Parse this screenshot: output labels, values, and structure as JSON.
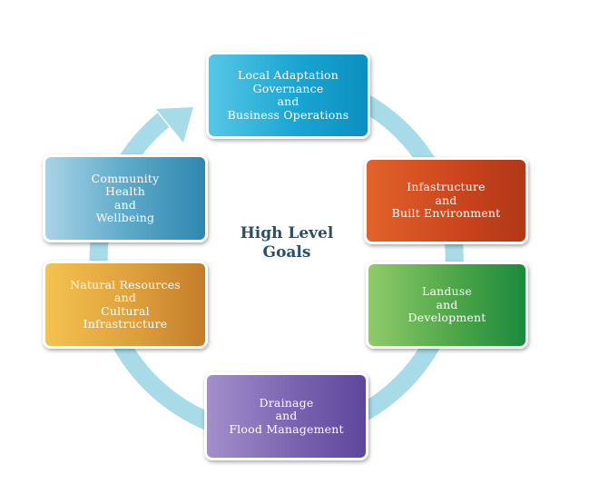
{
  "diagram": {
    "center_title": "High Level\nGoals",
    "ring_color": "#a7dbe8",
    "goals": [
      {
        "id": "governance",
        "label": "Local Adaptation\nGovernance\nand\nBusiness Operations",
        "color": "#1aa5d2"
      },
      {
        "id": "infrastructure",
        "label": "Infastructure\nand\nBuilt Environment",
        "color": "#c9441d"
      },
      {
        "id": "landuse",
        "label": "Landuse\nand\nDevelopment",
        "color": "#4ea648"
      },
      {
        "id": "drainage",
        "label": "Drainage\nand\nFlood Management",
        "color": "#7a64b0"
      },
      {
        "id": "natural",
        "label": "Natural Resources\nand\nCultural\nInfrastructure",
        "color": "#dea03c"
      },
      {
        "id": "community",
        "label": "Community\nHealth\nand\nWellbeing",
        "color": "#5eaac9"
      }
    ]
  }
}
